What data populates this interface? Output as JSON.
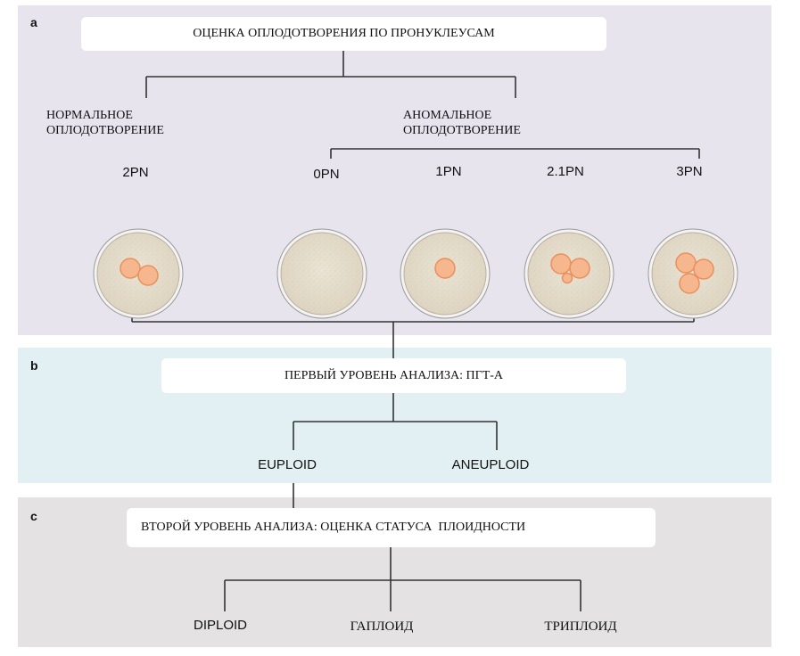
{
  "panels": {
    "a": {
      "label": "a",
      "title": "ОЦЕНКА ОПЛОДОТВОРЕНИЯ ПО ПРОНУКЛЕУСАМ",
      "normal_line1": "НОРМАЛЬНОЕ",
      "normal_line2": "ОПЛОДОТВОРЕНИЕ",
      "abnormal_line1": "АНОМАЛЬНОЕ",
      "abnormal_line2": "ОПЛОДОТВОРЕНИЕ",
      "categories": [
        "2PN",
        "0PN",
        "1PN",
        "2.1PN",
        "3PN"
      ]
    },
    "b": {
      "label": "b",
      "title": "ПЕРВЫЙ УРОВЕНЬ АНАЛИЗА: ПГТ-А",
      "outcomes": [
        "EUPLOID",
        "ANEUPLOID"
      ]
    },
    "c": {
      "label": "c",
      "title": "ВТОРОЙ УРОВЕНЬ АНАЛИЗА: ОЦЕНКА СТАТУСА  ПЛОИДНОСТИ",
      "outcomes": [
        "DIPLOID",
        "ГАПЛОИД",
        "ТРИПЛОИД"
      ]
    }
  },
  "colors": {
    "panel_a": "#e8e4ee",
    "panel_b": "#e3f0f3",
    "panel_c": "#e4e2e3",
    "embryo_fill": "#e4dccb",
    "pronucleus_fill": "#f6b78e",
    "pronucleus_stroke": "#e8905e",
    "line": "#333333"
  }
}
